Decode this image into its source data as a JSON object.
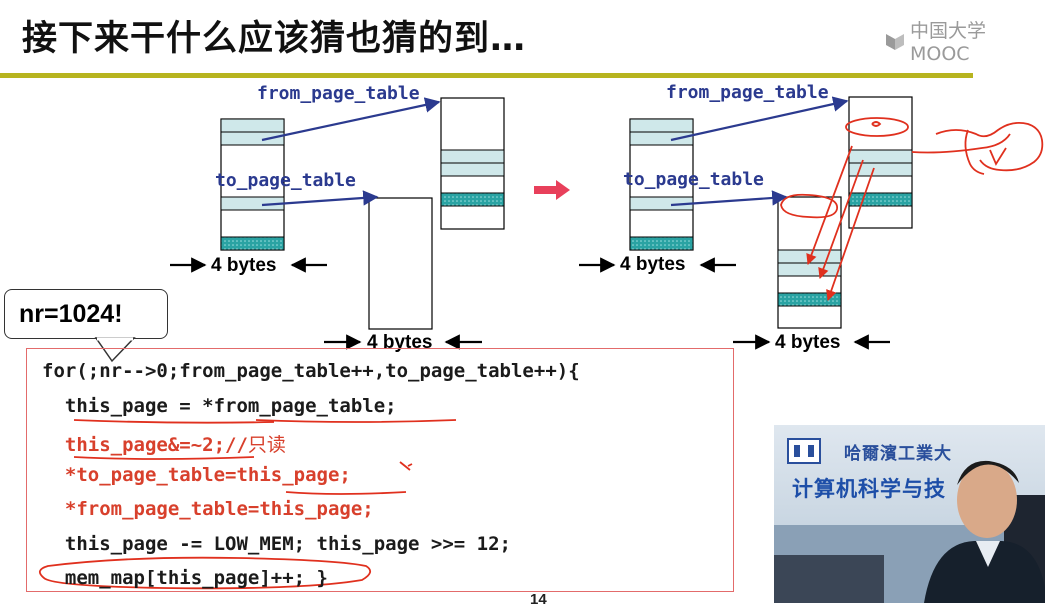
{
  "slide": {
    "title": "接下来干什么应该猜也猜的到…",
    "platform_logo_text": "中国大学MOOC",
    "arrow_color": "#e8405b",
    "accent_rule_color": "#b7b41f"
  },
  "diagram_left": {
    "from_label": "from_page_table",
    "to_label": "to_page_table",
    "bytes_label_a": "4 bytes",
    "bytes_label_b": "4 bytes"
  },
  "diagram_right": {
    "from_label": "from_page_table",
    "to_label": "to_page_table",
    "bytes_label_a": "4 bytes",
    "bytes_label_b": "4 bytes"
  },
  "callout": {
    "text": "nr=1024!"
  },
  "code": {
    "lines": [
      "for(;nr-->0;from_page_table++,to_page_table++){",
      "  this_page = *from_page_table;",
      "  this_page&=~2;//",
      "  *to_page_table=this_page;",
      "  *from_page_table=this_page;",
      "  this_page -= LOW_MEM; this_page >>= 12;",
      "  mem_map[this_page]++; }"
    ],
    "handwritten_note": "只读"
  },
  "footer": {
    "page_number": "14"
  },
  "webcam": {
    "school_banner": "哈爾濱工業大",
    "college_banner": "计算机科学与技"
  }
}
